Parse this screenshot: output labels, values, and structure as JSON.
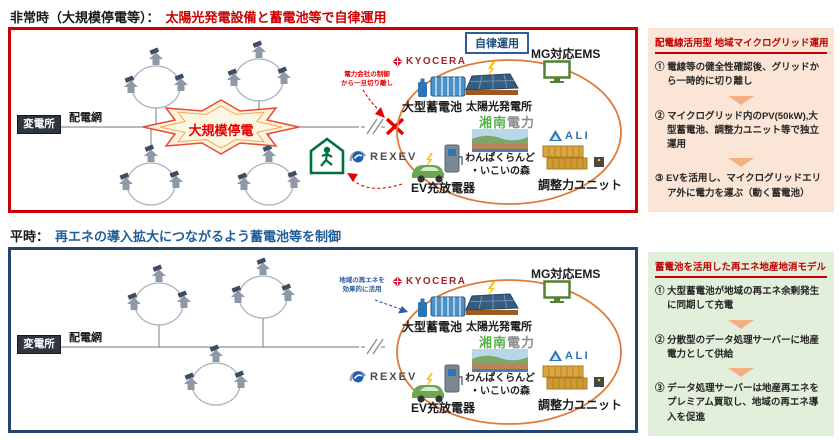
{
  "emergency": {
    "heading_black": "非常時（大規模停電等）：",
    "heading_accent": "太陽光発電設備と蓄電池等で自律運用",
    "badge": "自律運用",
    "blackout": "大規模停電",
    "cutoff_note": "電力会社の制御\nから一旦切り離し"
  },
  "normal": {
    "heading_black": "平時：",
    "heading_accent": "再エネの導入拡大につながるよう蓄電池等を制御",
    "renewable_note": "地域の再エネを\n効果的に活用"
  },
  "diagram": {
    "substation": "変電所",
    "grid": "配電網",
    "kyocera": "KYOCERA",
    "battery": "大型蓄電池",
    "solar": "太陽光発電所",
    "shonan_a": "湘南",
    "shonan_b": "電力",
    "park": "わんぱくらんど\n・いこいの森",
    "rexev": "REXEV",
    "ev": "EV充放電器",
    "ali": "ALI",
    "adjust": "調整力ユニット",
    "ems": "MG対応EMS"
  },
  "panels": {
    "emergency": {
      "title": "配電線活用型 地域マイクログリッド運用",
      "items": [
        "① 電線等の健全性確認後、グリッドから一時的に切り離し",
        "② マイクログリッド内のPV(50kW),大型蓄電池、調整力ユニット等で独立運用",
        "③ EVを活用し、マイクログリッドエリア外に電力を運ぶ（動く蓄電池）"
      ]
    },
    "normal": {
      "title": "蓄電池を活用した再エネ地産地消モデル",
      "items": [
        "① 大型蓄電池が地域の再エネ余剰発生に同期して充電",
        "② 分散型のデータ処理サーバーに地産電力として供給",
        "③ データ処理サーバーは地産再エネをプレミアム買取し、地域の再エネ導入を促進"
      ]
    }
  },
  "colors": {
    "emergency_border": "#cc0000",
    "normal_border": "#24456e",
    "accent_red": "#cc0000",
    "accent_blue": "#1f5c99",
    "panel_emergency_bg": "#fbe5d6",
    "panel_normal_bg": "#e2efda",
    "triangle": "#f4b183",
    "microgrid_ellipse": "#e07b39"
  }
}
